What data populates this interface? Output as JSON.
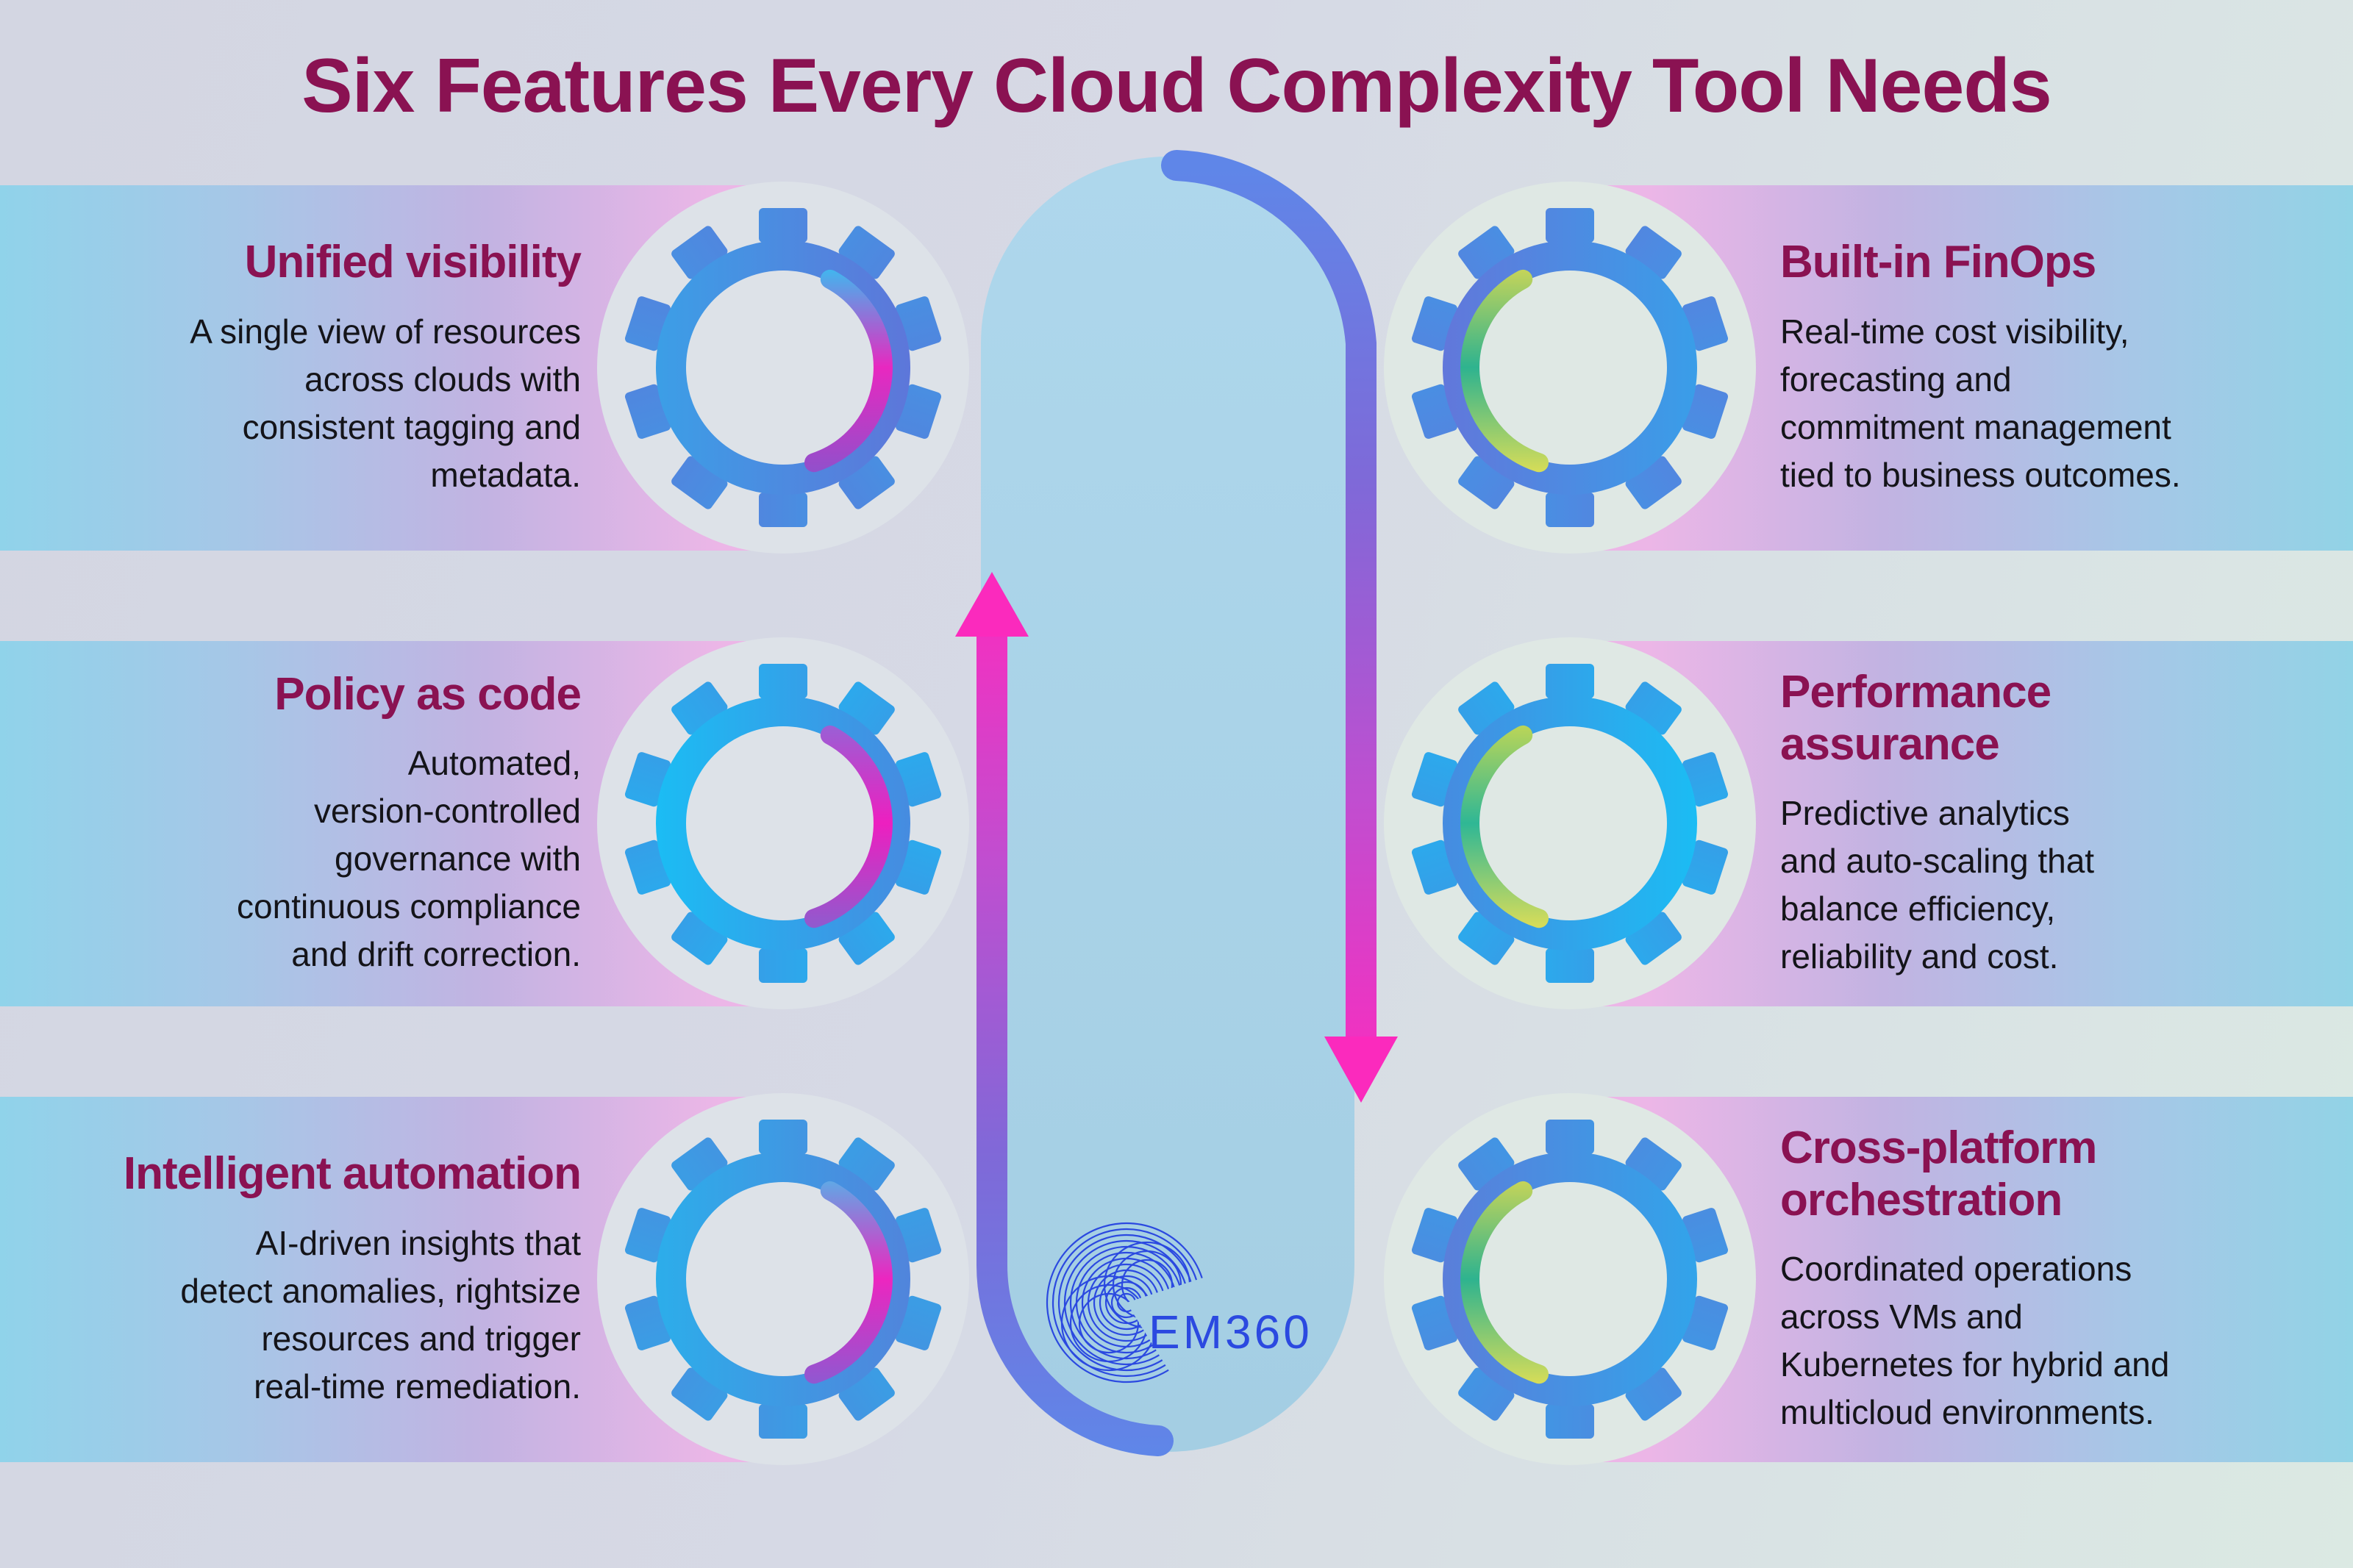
{
  "title": "Six Features Every Cloud Complexity Tool Needs",
  "logo": {
    "text": "EM360"
  },
  "palette": {
    "title_color": "#8a1252",
    "heading_color": "#8a1252",
    "body_color": "#141419",
    "background_left": "#d3d6e2",
    "background_right": "#dbe9e3",
    "band_left_gradient": [
      "#90d3ea",
      "#c2b3e2",
      "#ecb6e7"
    ],
    "band_right_gradient": [
      "#ecb6e7",
      "#c2b3e2",
      "#92d3e6"
    ],
    "disc_left": "#dde2e8",
    "disc_right": "#dfe8e4",
    "pill_color": "#a9d2e8",
    "arrow_head": "#fb2abd",
    "logo_blue": "#2b49e0"
  },
  "arrow_gradient": [
    "#5f86e8",
    "#7f69d8",
    "#c04ed0",
    "#f52fc0"
  ],
  "features": [
    {
      "heading": "Unified visibility",
      "body": "A single view of resources\nacross clouds with\nconsistent tagging and\nmetadata.",
      "side": "left",
      "gear_colors": [
        "#38a3e8",
        "#6172d8"
      ],
      "accent_colors": [
        "#2cc8f4",
        "#e828c0",
        "#8c52cc"
      ]
    },
    {
      "heading": "Policy as code",
      "body": "Automated,\nversion-controlled\ngovernance with\ncontinuous compliance\nand drift correction.",
      "side": "left",
      "gear_colors": [
        "#16c2f6",
        "#4b86de"
      ],
      "accent_colors": [
        "#8f68d8",
        "#ed1fc0",
        "#8a5ecf"
      ]
    },
    {
      "heading": "Intelligent automation",
      "body": "AI-driven insights that\ndetect anomalies, rightsize\nresources and trigger\nreal-time remediation.",
      "side": "left",
      "gear_colors": [
        "#28b2ec",
        "#5580da"
      ],
      "accent_colors": [
        "#4fb8ea",
        "#ec26c0",
        "#8a5bd2"
      ]
    },
    {
      "heading": "Built-in FinOps",
      "body": "Real-time cost visibility,\nforecasting and\ncommitment management\ntied to business outcomes.",
      "side": "right",
      "gear_colors": [
        "#6673d9",
        "#35a2ea"
      ],
      "accent_colors": [
        "#d8d852",
        "#2eb38f",
        "#e0df55"
      ]
    },
    {
      "heading": "Performance\nassurance",
      "body": "Predictive analytics\nand auto-scaling that\nbalance efficiency,\nreliability and cost.",
      "side": "right",
      "gear_colors": [
        "#4b86de",
        "#16c2f6"
      ],
      "accent_colors": [
        "#cdd94f",
        "#2fb795",
        "#e3df55"
      ]
    },
    {
      "heading": "Cross-platform\norchestration",
      "body": "Coordinated operations\nacross VMs and\nKubernetes for hybrid and\nmulticloud environments.",
      "side": "right",
      "gear_colors": [
        "#5f7ad8",
        "#2da8ec"
      ],
      "accent_colors": [
        "#d8d852",
        "#2eb38f",
        "#e0df55"
      ]
    }
  ]
}
